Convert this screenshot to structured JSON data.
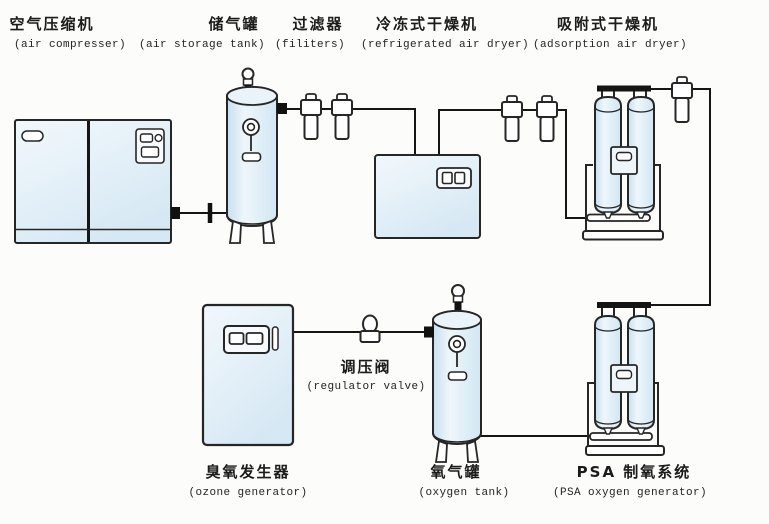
{
  "colors": {
    "equipment_fill_light": "#eef6fb",
    "equipment_fill_blue": "#d2e6f3",
    "outline": "#262626",
    "pipe": "#151515",
    "panel_fill": "#ffffff"
  },
  "labels": {
    "air_compressor": {
      "zh": "空气压缩机",
      "en": "(air compresser)"
    },
    "air_storage_tank": {
      "zh": "储气罐",
      "en": "(air storage tank)"
    },
    "filters": {
      "zh": "过滤器",
      "en": "(filiters)"
    },
    "refrigerated_dryer": {
      "zh": "冷冻式干燥机",
      "en": "(refrigerated air dryer)"
    },
    "adsorption_dryer": {
      "zh": "吸附式干燥机",
      "en": "(adsorption air dryer)"
    },
    "regulator_valve": {
      "zh": "调压阀",
      "en": "(regulator valve)"
    },
    "ozone_generator": {
      "zh": "臭氧发生器",
      "en": "(ozone generator)"
    },
    "oxygen_tank": {
      "zh": "氧气罐",
      "en": "(oxygen tank)"
    },
    "psa_system": {
      "zh": "PSA 制氧系统",
      "en": "(PSA oxygen generator)"
    }
  }
}
